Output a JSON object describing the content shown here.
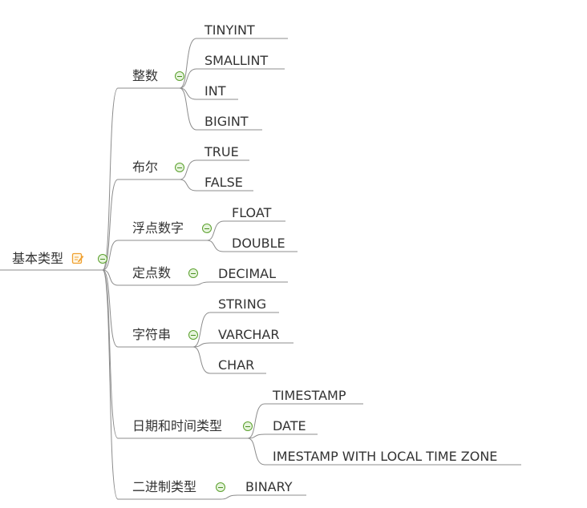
{
  "root": {
    "label": "基本类型",
    "note_icon": "note-edit-icon",
    "accent_color": "#f0a030"
  },
  "line_color": "#8c8c8c",
  "toggle_color": "#5aa02c",
  "branches": [
    {
      "label": "整数",
      "children": [
        "TINYINT",
        "SMALLINT",
        "INT",
        "BIGINT"
      ]
    },
    {
      "label": "布尔",
      "children": [
        "TRUE",
        "FALSE"
      ]
    },
    {
      "label": "浮点数字",
      "children": [
        "FLOAT",
        "DOUBLE"
      ]
    },
    {
      "label": "定点数",
      "children": [
        "DECIMAL"
      ]
    },
    {
      "label": "字符串",
      "children": [
        "STRING",
        "VARCHAR",
        "CHAR"
      ]
    },
    {
      "label": "日期和时间类型",
      "children": [
        "TIMESTAMP",
        "DATE",
        "IMESTAMP WITH LOCAL TIME ZONE"
      ]
    },
    {
      "label": "二进制类型",
      "children": [
        "BINARY"
      ]
    }
  ]
}
